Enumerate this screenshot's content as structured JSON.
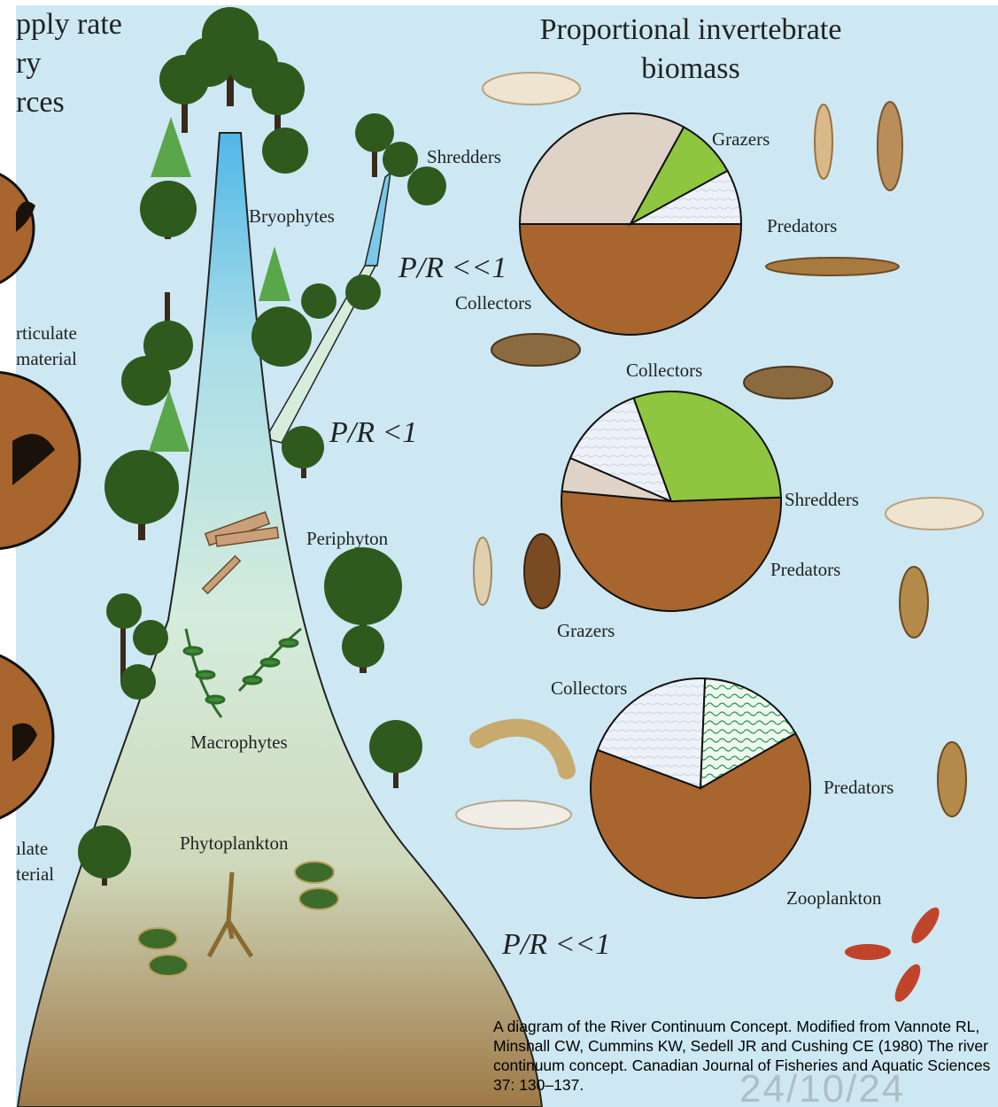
{
  "header": {
    "title_line1": "Proportional invertebrate",
    "title_line2": "biomass",
    "left_line1": "pply rate",
    "left_line2": "ry",
    "left_line3": "rces"
  },
  "left_labels": {
    "fine_line1": "rticulate",
    "fine_line2": "material",
    "low_line1": "ılate",
    "low_line2": "terial"
  },
  "river_labels": {
    "bryophytes": "Bryophytes",
    "periphyton": "Periphyton",
    "macrophytes": "Macrophytes",
    "phytoplankton": "Phytoplankton"
  },
  "ratios": {
    "upper": "P/R <<1",
    "middle": "P/R <1",
    "lower": "P/R <<1"
  },
  "pies": {
    "headwater": {
      "labels": {
        "shredders": "Shredders",
        "grazers": "Grazers",
        "predators": "Predators",
        "collectors": "Collectors"
      },
      "slices": [
        {
          "name": "Collectors",
          "value": 0.5,
          "color": "#a8652d"
        },
        {
          "name": "Shredders",
          "value": 0.33,
          "color": "#dfd2c6"
        },
        {
          "name": "Grazers",
          "value": 0.09,
          "color": "#8ec63f"
        },
        {
          "name": "Predators",
          "value": 0.08,
          "color": "#e8eef6"
        }
      ]
    },
    "midreach": {
      "labels": {
        "collectors": "Collectors",
        "shredders": "Shredders",
        "predators": "Predators",
        "grazers": "Grazers"
      },
      "slices": [
        {
          "name": "Collectors",
          "value": 0.52,
          "color": "#a8652d"
        },
        {
          "name": "Shredders",
          "value": 0.05,
          "color": "#dfd2c6"
        },
        {
          "name": "Predators",
          "value": 0.13,
          "color": "#e8eef6"
        },
        {
          "name": "Grazers",
          "value": 0.3,
          "color": "#8ec63f"
        }
      ]
    },
    "lowland": {
      "labels": {
        "collectors": "Collectors",
        "predators": "Predators",
        "zooplankton": "Zooplankton"
      },
      "slices": [
        {
          "name": "Collectors",
          "value": 0.64,
          "color": "#a8652d"
        },
        {
          "name": "Predators",
          "value": 0.2,
          "color": "#e8eef6"
        },
        {
          "name": "Zooplankton",
          "value": 0.16,
          "color": "#d8f0e0"
        }
      ]
    }
  },
  "caption": {
    "text": "A diagram of the River Continuum Concept. Modified from Vannote RL, Minshall CW, Cummins KW, Sedell JR and Cushing CE (1980) The river continuum concept. Canadian Journal of Fisheries and Aquatic Sciences 37: 130–137."
  },
  "watermark": {
    "date": "24/10/24"
  },
  "colors": {
    "background": "#cde8f2",
    "river_top": "#5bc0e8",
    "river_bottom": "#9e7846",
    "tree": "#2f5a1e",
    "collectors": "#a8652d",
    "grazers": "#8ec63f"
  }
}
